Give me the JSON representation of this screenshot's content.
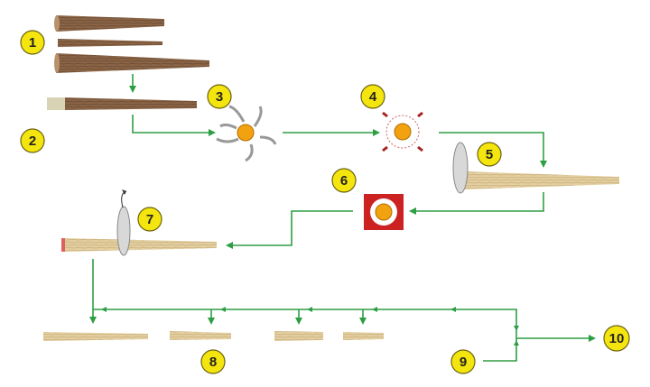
{
  "steps": [
    {
      "number": "1"
    },
    {
      "number": "2"
    },
    {
      "number": "3"
    },
    {
      "number": "4"
    },
    {
      "number": "5"
    },
    {
      "number": "6"
    },
    {
      "number": "7"
    },
    {
      "number": "8"
    },
    {
      "number": "9"
    },
    {
      "number": "10"
    }
  ],
  "colors": {
    "badge_fill": "#f5e50f",
    "badge_stroke": "#6b6410",
    "arrow": "#2e9e44",
    "raw_log": "#8a6445",
    "debarked_log": "#e3cfa1",
    "core": "#f2a20f",
    "red_box": "#cc2222",
    "blade": "#d8d8d8"
  }
}
